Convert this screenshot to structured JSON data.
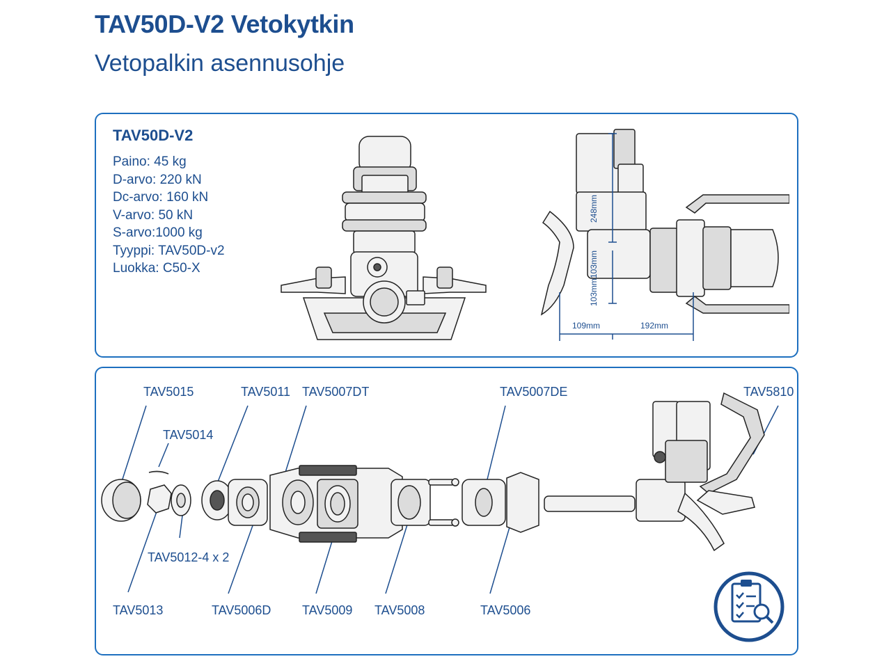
{
  "header": {
    "title": "TAV50D-V2 Vetokytkin",
    "subtitle": "Vetopalkin asennusohje"
  },
  "specs": {
    "model": "TAV50D-V2",
    "items": [
      "Paino: 45 kg",
      "D-arvo: 220 kN",
      "Dc-arvo: 160 kN",
      "V-arvo: 50 kN",
      "S-arvo:1000 kg",
      "Tyyppi: TAV50D-v2",
      "Luokka: C50-X"
    ]
  },
  "dimensions": {
    "height_total": "248mm",
    "height_upper": "103mm",
    "height_lower": "103mm",
    "width_front": "109mm",
    "width_rear": "192mm"
  },
  "parts": {
    "tav5015": "TAV5015",
    "tav5011": "TAV5011",
    "tav5007dt": "TAV5007DT",
    "tav5007de": "TAV5007DE",
    "tav5810": "TAV5810",
    "tav5014": "TAV5014",
    "tav5012": "TAV5012-4 x 2",
    "tav5013": "TAV5013",
    "tav5006d": "TAV5006D",
    "tav5009": "TAV5009",
    "tav5008": "TAV5008",
    "tav5006": "TAV5006"
  },
  "colors": {
    "brand_blue": "#1d4e8f",
    "border_blue": "#1d6fbf"
  },
  "icons": [
    "checklist-inspection-icon"
  ]
}
